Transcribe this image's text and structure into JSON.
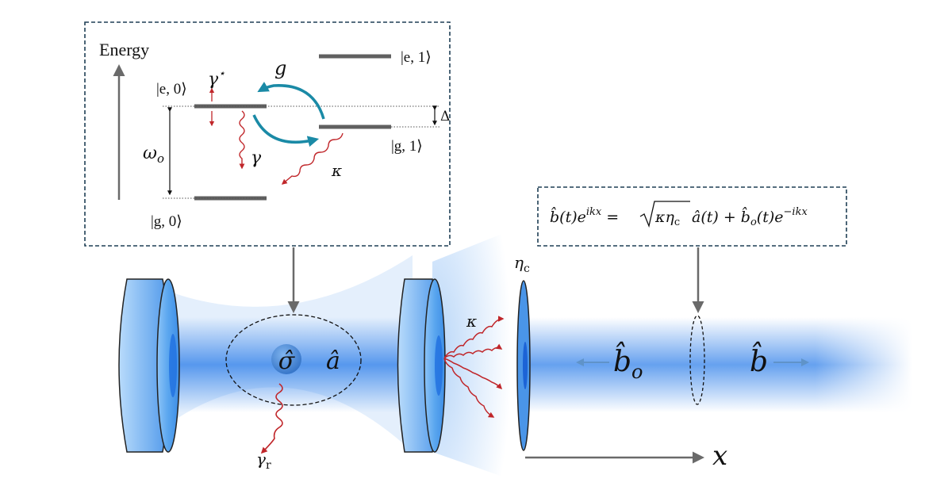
{
  "inset": {
    "energy_label": "Energy",
    "levels": {
      "e0": "|e, 0⟩",
      "g0": "|g, 0⟩",
      "e1": "|e, 1⟩",
      "g1": "|g, 1⟩"
    },
    "symbols": {
      "gamma_star": "γ",
      "star": "⋆",
      "gamma": "γ",
      "coupling": "g",
      "kappa": "κ",
      "omega": "ω",
      "omega_sub": "o",
      "detuning": "Δ"
    }
  },
  "equation": {
    "lhs_b": "b̂",
    "lhs_t": "(t)e",
    "lhs_exp": "ikx",
    "eq": " = ",
    "sqrt_arg": "κη",
    "sqrt_sub": "c",
    "a_term": "â(t) + ",
    "b2": "b̂",
    "b2_sub": "o",
    "b2_t": "(t)e",
    "b2_exp": "−ikx"
  },
  "cavity": {
    "sigma": "σ̂",
    "a_op": "â",
    "kappa": "κ",
    "gamma_r": "γ",
    "gamma_r_sub": "r",
    "eta": "η",
    "eta_sub": "c",
    "b_out_left": "b̂",
    "b_out_left_sub": "o",
    "b_right": "b̂",
    "x_axis": "x"
  },
  "colors": {
    "arrow_teal": "#1a8aa6",
    "decay_red": "#c0262a",
    "level_gray": "#606060",
    "box_border": "#1f3f55",
    "beam_blue": "#2b7de9",
    "mirror_blue": "#4a9be8"
  }
}
